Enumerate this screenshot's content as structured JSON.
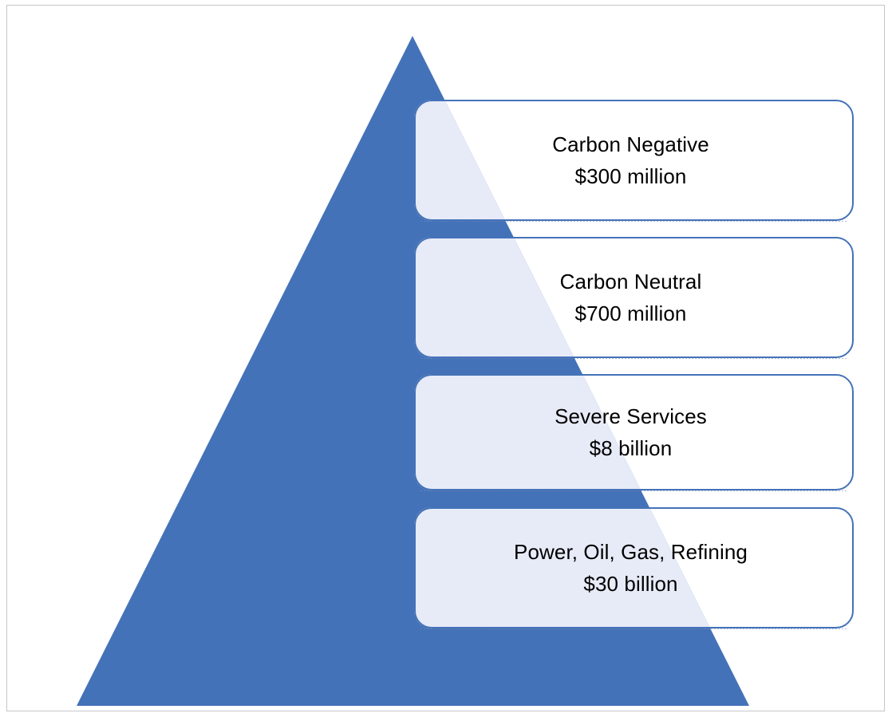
{
  "diagram": {
    "type": "pyramid",
    "title": "",
    "colors": {
      "pyramid_fill": "#4472b8",
      "box_border": "#4472b8",
      "box_overlap_fill": "#e7ebf7",
      "box_outer_fill": "#ffffff",
      "text": "#000000",
      "canvas_border": "#c6c6c6"
    },
    "levels": [
      {
        "label": "Carbon Negative",
        "value": "$300 million"
      },
      {
        "label": "Carbon Neutral",
        "value": "$700 million"
      },
      {
        "label": "Severe Services",
        "value": "$8 billion"
      },
      {
        "label": "Power, Oil, Gas, Refining",
        "value": "$30 billion"
      }
    ]
  },
  "chart_data": {
    "type": "pie",
    "title": "",
    "categories": [
      "Carbon Negative",
      "Carbon Neutral",
      "Severe Services",
      "Power, Oil, Gas, Refining"
    ],
    "values": [
      0.3,
      0.7,
      8,
      30
    ],
    "value_labels": [
      "$300 million",
      "$700 million",
      "$8 billion",
      "$30 billion"
    ],
    "unit": "USD billions",
    "xlabel": "",
    "ylabel": "",
    "legend": "none",
    "grid": false
  }
}
